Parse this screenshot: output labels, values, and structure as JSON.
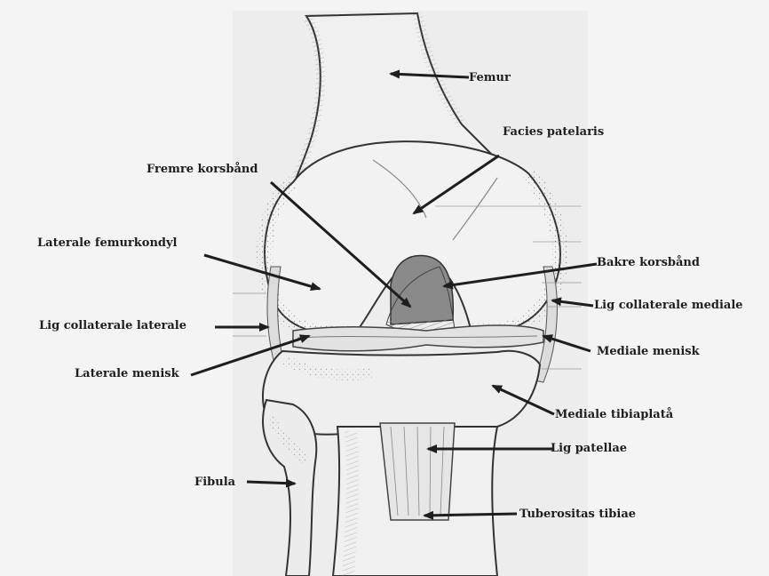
{
  "labels": {
    "femur": "Femur",
    "facies_patelaris": "Facies patelaris",
    "fremre_korsband": "Fremre korsbånd",
    "laterale_femurkondyl": "Laterale femurkondyl",
    "bakre_korsband": "Bakre korsbånd",
    "lig_collaterale_mediale": "Lig collaterale mediale",
    "lig_collaterale_laterale": "Lig collaterale laterale",
    "mediale_menisk": "Mediale menisk",
    "laterale_menisk": "Laterale menisk",
    "mediale_tibiaplata": "Mediale tibiaplatå",
    "lig_patellae": "Lig patellae",
    "fibula": "Fibula",
    "tuberositas_tibiae": "Tuberositas tibiae"
  },
  "colors": {
    "ink": "#1e1e1e",
    "bone": "#eeeeee",
    "paper": "#f4f4f4",
    "shade": "#9a9a9a"
  }
}
